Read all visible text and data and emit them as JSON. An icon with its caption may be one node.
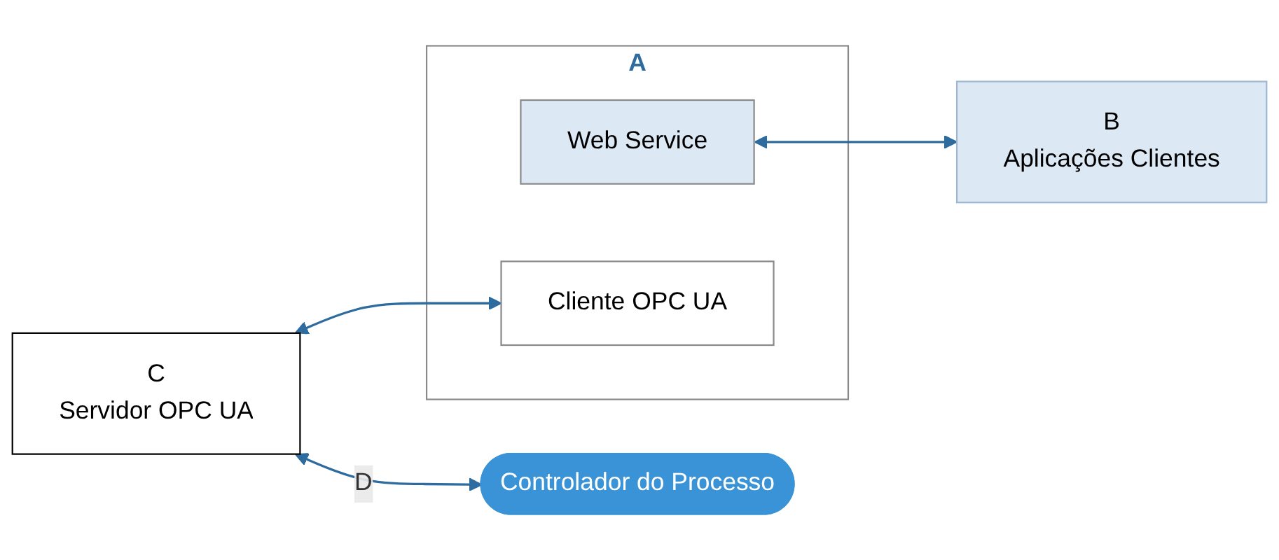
{
  "diagram": {
    "nodes": [
      {
        "text": [
          "A"
        ]
      },
      {
        "text": [
          "Web Service"
        ],
        "in": 0
      },
      {
        "text": [
          "Cliente OPC UA"
        ],
        "in": 0
      },
      {
        "text": [
          "B",
          "Aplicações Clientes"
        ]
      },
      {
        "text": [
          "C",
          "Servidor OPC UA"
        ]
      },
      {
        "text": [
          "Controlador do Processo"
        ]
      }
    ],
    "edges": [
      {
        "from": 1,
        "to": 3,
        "arrow": "both"
      },
      {
        "from": 4,
        "to": 2,
        "arrow": "both"
      },
      {
        "from": 4,
        "to": 5,
        "arrow": "both",
        "label": "D"
      }
    ]
  }
}
